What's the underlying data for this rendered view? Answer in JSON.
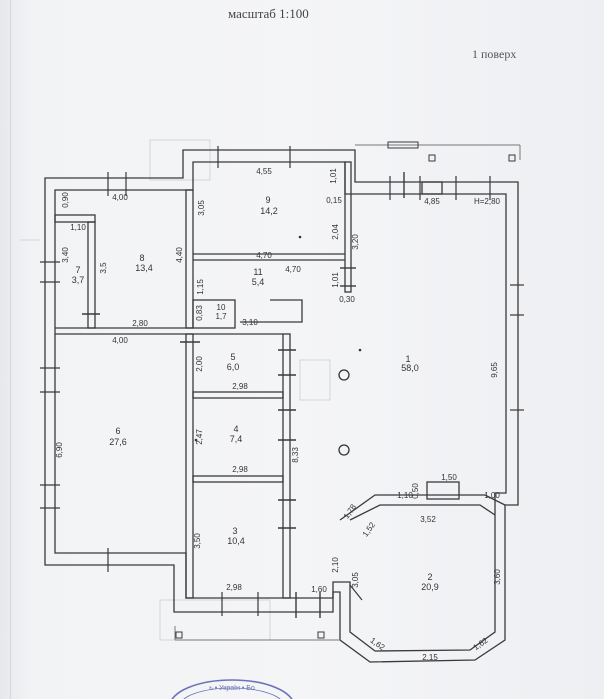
{
  "header": {
    "scale": "масштаб 1:100",
    "floor": "1 поверх"
  },
  "rooms": [
    {
      "id": "1",
      "area": "58,0"
    },
    {
      "id": "2",
      "area": "20,9"
    },
    {
      "id": "3",
      "area": "10,4"
    },
    {
      "id": "4",
      "area": "7,4"
    },
    {
      "id": "5",
      "area": "6,0"
    },
    {
      "id": "6",
      "area": "27,6"
    },
    {
      "id": "7",
      "area": "3,7"
    },
    {
      "id": "8",
      "area": "13,4"
    },
    {
      "id": "9",
      "area": "14,2"
    },
    {
      "id": "10",
      "area": "1,7"
    },
    {
      "id": "11",
      "area": "5,4"
    }
  ],
  "dimensions": {
    "d_455": "4,55",
    "d_101a": "1,01",
    "d_305": "3,05",
    "d_015": "0,15",
    "d_204": "2,04",
    "d_485": "4,85",
    "h_280": "H=2,80",
    "d_090": "0,90",
    "d_400a": "4,00",
    "d_110a": "1,10",
    "d_340": "3,40",
    "d_35": "3,5",
    "d_440": "4,40",
    "d_470a": "4,70",
    "d_470b": "4,70",
    "d_320": "3,20",
    "d_101b": "1,01",
    "d_030": "0,30",
    "d_115": "1,15",
    "d_083": "0,83",
    "d_310": "3,10",
    "d_280": "2,80",
    "d_400b": "4,00",
    "d_200": "2,00",
    "d_298a": "2,98",
    "d_965": "9,65",
    "d_247": "2,47",
    "d_298b": "2,98",
    "d_833": "8,33",
    "d_690": "6,90",
    "d_150": "1,50",
    "d_050": "0,50",
    "d_110b": "1,10",
    "d_100": "1,00",
    "d_178": "1,78",
    "d_352": "3,52",
    "d_152": "1,52",
    "d_350": "3,50",
    "d_210": "2,10",
    "d_305b": "3,05",
    "d_360": "3,60",
    "d_298c": "2,98",
    "d_160": "1,60",
    "d_162a": "1,62",
    "d_215": "2,15",
    "d_162b": "1,62"
  },
  "stamp": {
    "text": "ь • Україн • Бо"
  },
  "colors": {
    "wall": "#3a3a3a",
    "paper": "#f3f4f6",
    "stamp": "#6a72b8"
  }
}
